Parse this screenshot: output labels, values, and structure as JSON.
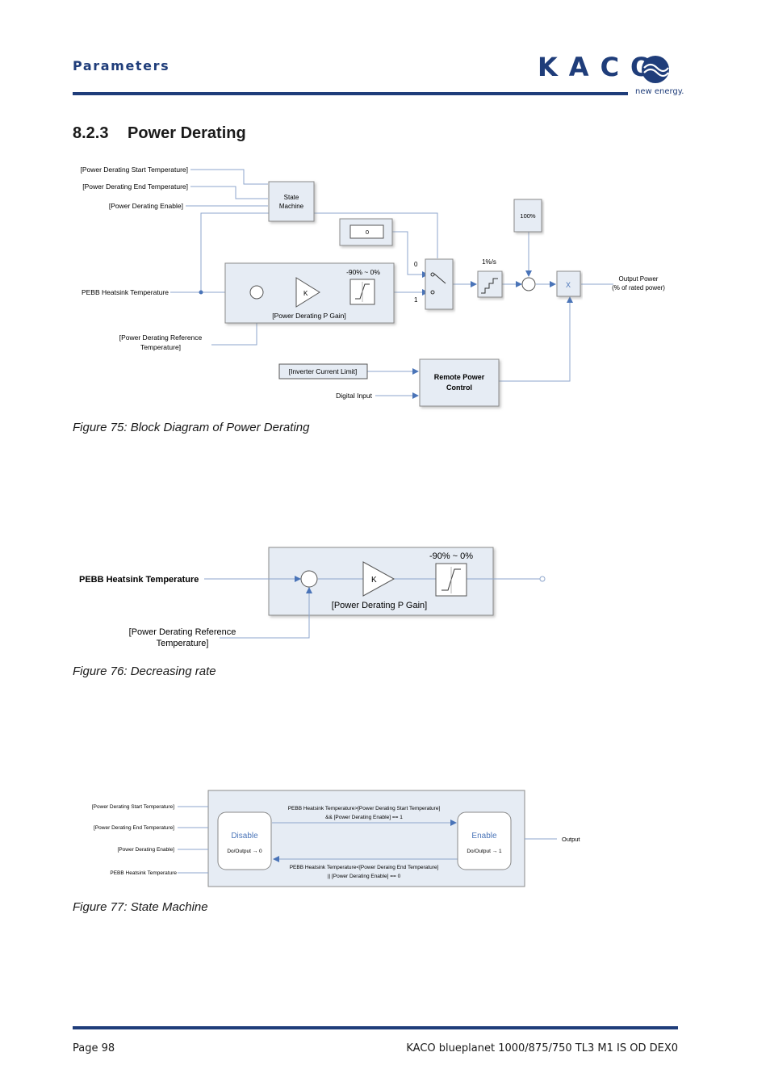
{
  "header": {
    "section": "Parameters",
    "logo": "KACO",
    "tagline": "new energy."
  },
  "heading": {
    "number": "8.2.3",
    "title": "Power Derating"
  },
  "figure75": {
    "caption": "Figure 75:  Block Diagram of Power Derating",
    "labels": {
      "start_temp": "[Power Derating Start Temperature]",
      "end_temp": "[Power Derating End Temperature]",
      "enable": "[Power Derating Enable]",
      "state_machine_1": "State",
      "state_machine_2": "Machine",
      "zero_box": "0",
      "hundred": "100%",
      "pebb": "PEBB Heatsink Temperature",
      "k": "K",
      "range": "-90% ~ 0%",
      "gain": "[Power Derating P Gain]",
      "switch_0": "0",
      "switch_1": "1",
      "rate": "1%/s",
      "mult": "X",
      "output_1": "Output Power",
      "output_2": "(% of rated power)",
      "ref_1": "[Power Derating Reference",
      "ref_2": "Temperature]",
      "inverter_limit": "[Inverter Current Limit]",
      "digital_input": "Digital Input",
      "remote_1": "Remote Power",
      "remote_2": "Control"
    }
  },
  "figure76": {
    "caption": "Figure 76:  Decreasing rate",
    "labels": {
      "pebb": "PEBB Heatsink Temperature",
      "range": "-90% ~ 0%",
      "k": "K",
      "gain": "[Power Derating P Gain]",
      "ref_1": "[Power Derating Reference",
      "ref_2": "Temperature]"
    }
  },
  "figure77": {
    "caption": "Figure 77:  State Machine",
    "labels": {
      "start_temp": "[Power Derating Start Temperature]",
      "end_temp": "[Power Derating End Temperature]",
      "enable": "[Power Derating Enable]",
      "pebb": "PEBB Heatsink Temperature",
      "disable": "Disable",
      "disable_out": "Do/Output → 0",
      "enable_state": "Enable",
      "enable_out": "Do/Output → 1",
      "cond_top_1": "PEBB Heatsink Temperature>[Power Derating Start Temperature]",
      "cond_top_2": "&& [Power Derating Enable] == 1",
      "cond_bot_1": "PEBB Heatsink Temperature<[Power Deraing End Temperature]",
      "cond_bot_2": "|| [Power Derating Enable] == 0",
      "output": "Output"
    }
  },
  "footer": {
    "page": "Page 98",
    "product": "KACO blueplanet 1000/875/750 TL3 M1 IS OD DEX0"
  },
  "colors": {
    "brand": "#1f3d7a",
    "block_fill": "#e6ecf4",
    "line": "#4a74b8"
  }
}
